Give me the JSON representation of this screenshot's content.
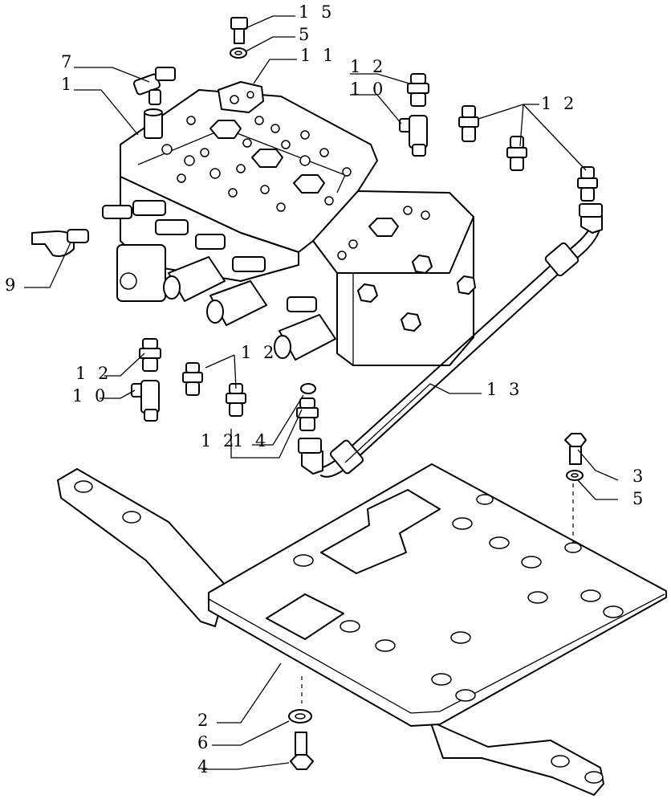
{
  "callouts": {
    "c15": "1 5",
    "c5a": "5",
    "c11": "1 1",
    "c7": "7",
    "c1": "1",
    "c12a": "1 2",
    "c10a": "1 0",
    "c12b": "1 2",
    "c9": "9",
    "c12c": "1 2",
    "c10b": "1 0",
    "c12d": "1 2",
    "c12e": "1 2",
    "c14": "1 4",
    "c13": "1 3",
    "c3": "3",
    "c5b": "5",
    "c2": "2",
    "c6": "6",
    "c4": "4"
  }
}
